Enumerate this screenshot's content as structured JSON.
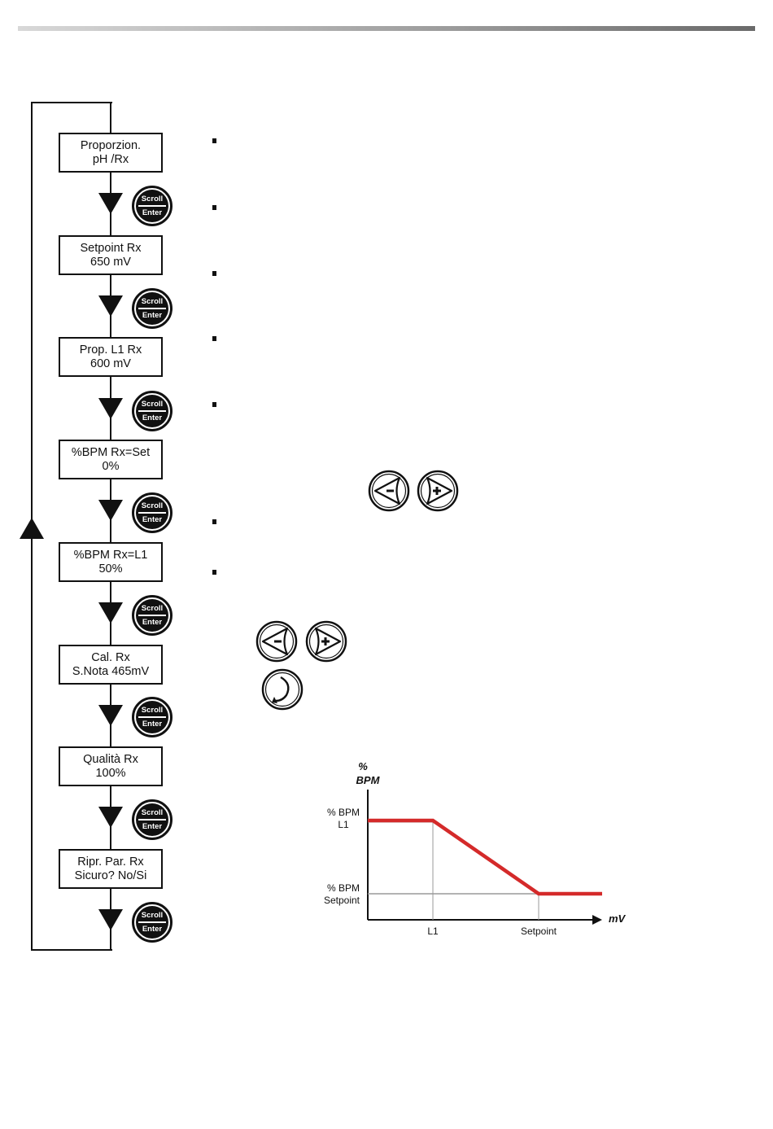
{
  "flow": {
    "steps": [
      {
        "line1": "Proporzion.",
        "line2": "pH /Rx"
      },
      {
        "line1": "Setpoint Rx",
        "line2": "650 mV"
      },
      {
        "line1": "Prop. L1 Rx",
        "line2": "600 mV"
      },
      {
        "line1": "%BPM Rx=Set",
        "line2": "0%"
      },
      {
        "line1": "%BPM Rx=L1",
        "line2": "50%"
      },
      {
        "line1": "Cal. Rx",
        "line2": "S.Nota 465mV"
      },
      {
        "line1": "Qualità Rx",
        "line2": "100%"
      },
      {
        "line1": "Ripr. Par. Rx",
        "line2": "Sicuro? No/Si"
      }
    ],
    "button_top": "Scroll",
    "button_bottom": "Enter"
  },
  "chart_data": {
    "type": "line",
    "ylabel": [
      "%",
      "BPM"
    ],
    "xlabel": "mV",
    "y_ticks": [
      {
        "line1": "% BPM",
        "line2": "L1"
      },
      {
        "line1": "% BPM",
        "line2": "Setpoint"
      }
    ],
    "x_ticks": [
      "L1",
      "Setpoint"
    ],
    "points": [
      {
        "x": "start",
        "y": "% BPM L1"
      },
      {
        "x": "L1",
        "y": "% BPM L1"
      },
      {
        "x": "Setpoint",
        "y": "% BPM Setpoint"
      },
      {
        "x": "end",
        "y": "% BPM Setpoint"
      }
    ],
    "line_color": "#d42a2a",
    "grid_color": "#9a9a9a"
  },
  "colors": {
    "accent": "#d42a2a"
  },
  "icons": [
    "scroll-enter-button-icon",
    "minus-key-icon",
    "plus-key-icon",
    "enter-rotate-key-icon"
  ]
}
